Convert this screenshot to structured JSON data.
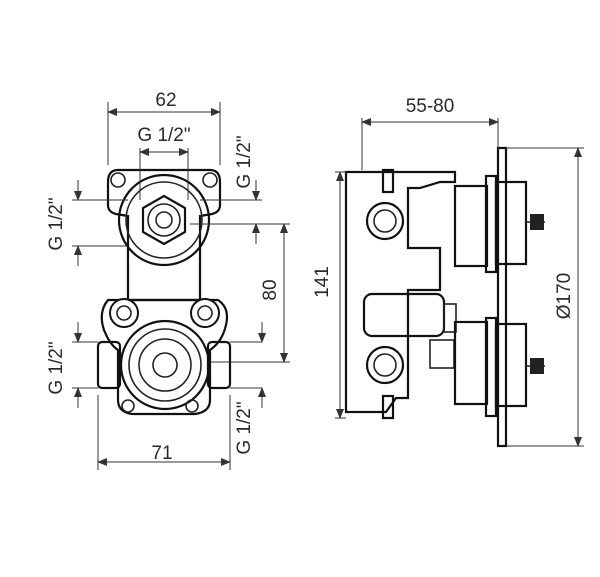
{
  "drawing": {
    "front_view": {
      "top_width": "62",
      "top_thread": "G 1/2\"",
      "upper_right_thread": "G 1/2\"",
      "upper_left_thread": "G 1/2\"",
      "lower_left_thread": "G 1/2\"",
      "lower_right_thread": "G 1/2\"",
      "center_distance": "80",
      "bottom_width": "71"
    },
    "side_view": {
      "depth_range": "55-80",
      "body_height": "141",
      "plate_diameter": "Ø170"
    }
  }
}
